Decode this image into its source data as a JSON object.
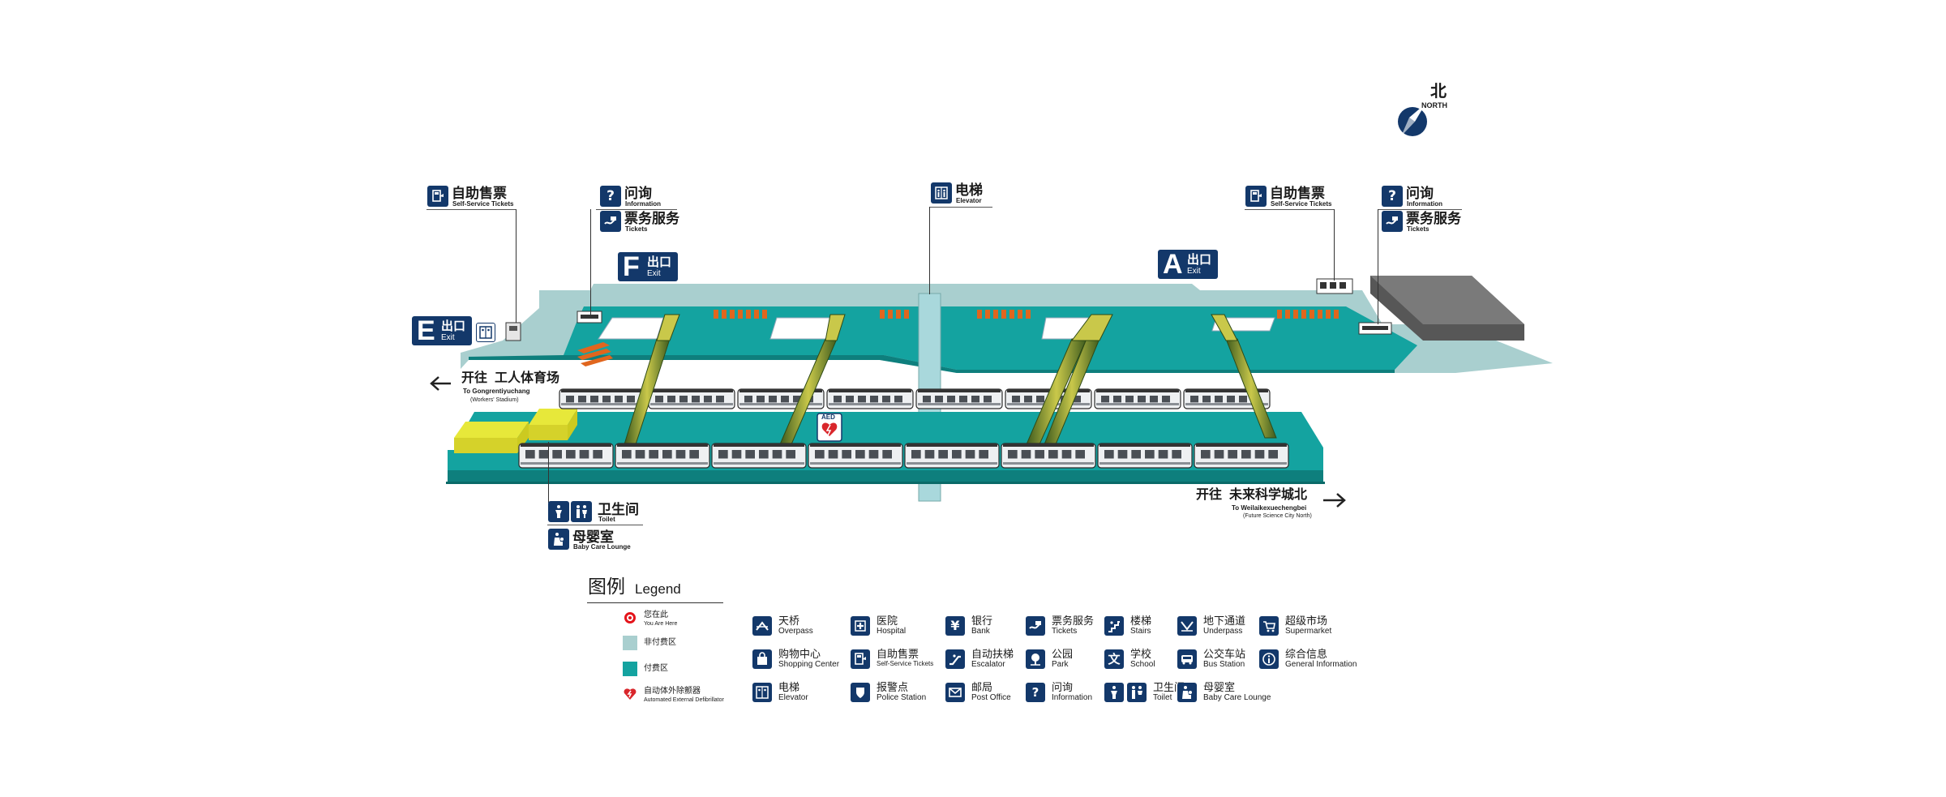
{
  "colors": {
    "paid": "#14a3a0",
    "unpaid": "#a9cfcf",
    "navy": "#13386a",
    "train_body": "#eef0f2",
    "aed_red": "#d9262b",
    "you_are_here": "#e4141b"
  },
  "compass": {
    "cn": "北",
    "en": "NORTH"
  },
  "callouts": {
    "tvm_left": {
      "cn": "自助售票",
      "en": "Self-Service Tickets",
      "icon": "ticket-machine-icon"
    },
    "info_left": {
      "cn": "问询",
      "en": "Information",
      "icon": "question-icon"
    },
    "tickets_left": {
      "cn": "票务服务",
      "en": "Tickets",
      "icon": "ticket-service-icon"
    },
    "elevator": {
      "cn": "电梯",
      "en": "Elevator",
      "icon": "elevator-icon"
    },
    "tvm_right": {
      "cn": "自助售票",
      "en": "Self-Service Tickets",
      "icon": "ticket-machine-icon"
    },
    "info_right": {
      "cn": "问询",
      "en": "Information",
      "icon": "question-icon"
    },
    "tickets_right": {
      "cn": "票务服务",
      "en": "Tickets",
      "icon": "ticket-service-icon"
    },
    "toilet": {
      "cn": "卫生间",
      "en": "Toilet",
      "icon": "toilet-icon"
    },
    "baby": {
      "cn": "母婴室",
      "en": "Baby Care Lounge",
      "icon": "baby-care-icon"
    }
  },
  "exits": {
    "E": {
      "letter": "E",
      "cn": "出口",
      "en": "Exit"
    },
    "F": {
      "letter": "F",
      "cn": "出口",
      "en": "Exit"
    },
    "A": {
      "letter": "A",
      "cn": "出口",
      "en": "Exit"
    }
  },
  "aed_label": "AED",
  "directions": {
    "west": {
      "prefix": "开往",
      "station": "工人体育场",
      "en": "To Gongrentiyuchang",
      "sub": "(Workers' Stadium)"
    },
    "east": {
      "prefix": "开往",
      "station": "未来科学城北",
      "en": "To Weilaikexuechengbei",
      "sub": "(Future Science City North)"
    }
  },
  "legend": {
    "title_cn": "图例",
    "title_en": "Legend",
    "left_items": [
      {
        "cn": "您在此",
        "en": "You Are Here",
        "icon": "you-are-here-icon"
      },
      {
        "cn": "非付费区",
        "en": "",
        "icon": "unpaid-area-swatch"
      },
      {
        "cn": "付费区",
        "en": "",
        "icon": "paid-area-swatch"
      },
      {
        "cn": "自动体外除颤器",
        "en": "Automated External Defibrillator",
        "icon": "aed-heart-icon"
      }
    ],
    "grid": [
      {
        "cn": "天桥",
        "en": "Overpass",
        "icon": "overpass-icon"
      },
      {
        "cn": "医院",
        "en": "Hospital",
        "icon": "hospital-icon"
      },
      {
        "cn": "银行",
        "en": "Bank",
        "icon": "bank-icon"
      },
      {
        "cn": "票务服务",
        "en": "Tickets",
        "icon": "ticket-service-icon"
      },
      {
        "cn": "楼梯",
        "en": "Stairs",
        "icon": "stairs-icon"
      },
      {
        "cn": "地下通道",
        "en": "Underpass",
        "icon": "underpass-icon"
      },
      {
        "cn": "超级市场",
        "en": "Supermarket",
        "icon": "supermarket-icon"
      },
      {
        "cn": "购物中心",
        "en": "Shopping Center",
        "icon": "shopping-center-icon"
      },
      {
        "cn": "自助售票",
        "en": "Self-Service Tickets",
        "icon": "ticket-machine-icon"
      },
      {
        "cn": "自动扶梯",
        "en": "Escalator",
        "icon": "escalator-icon"
      },
      {
        "cn": "公园",
        "en": "Park",
        "icon": "park-icon"
      },
      {
        "cn": "学校",
        "en": "School",
        "icon": "school-icon"
      },
      {
        "cn": "公交车站",
        "en": "Bus Station",
        "icon": "bus-station-icon"
      },
      {
        "cn": "综合信息",
        "en": "General Information",
        "icon": "general-info-icon"
      },
      {
        "cn": "电梯",
        "en": "Elevator",
        "icon": "elevator-icon"
      },
      {
        "cn": "报警点",
        "en": "Police Station",
        "icon": "police-icon"
      },
      {
        "cn": "邮局",
        "en": "Post Office",
        "icon": "post-office-icon"
      },
      {
        "cn": "问询",
        "en": "Information",
        "icon": "question-icon"
      },
      {
        "cn": "卫生间",
        "en": "Toilet",
        "icon": "toilet-icon"
      },
      {
        "cn": "母婴室",
        "en": "Baby Care Lounge",
        "icon": "baby-care-icon"
      }
    ]
  }
}
